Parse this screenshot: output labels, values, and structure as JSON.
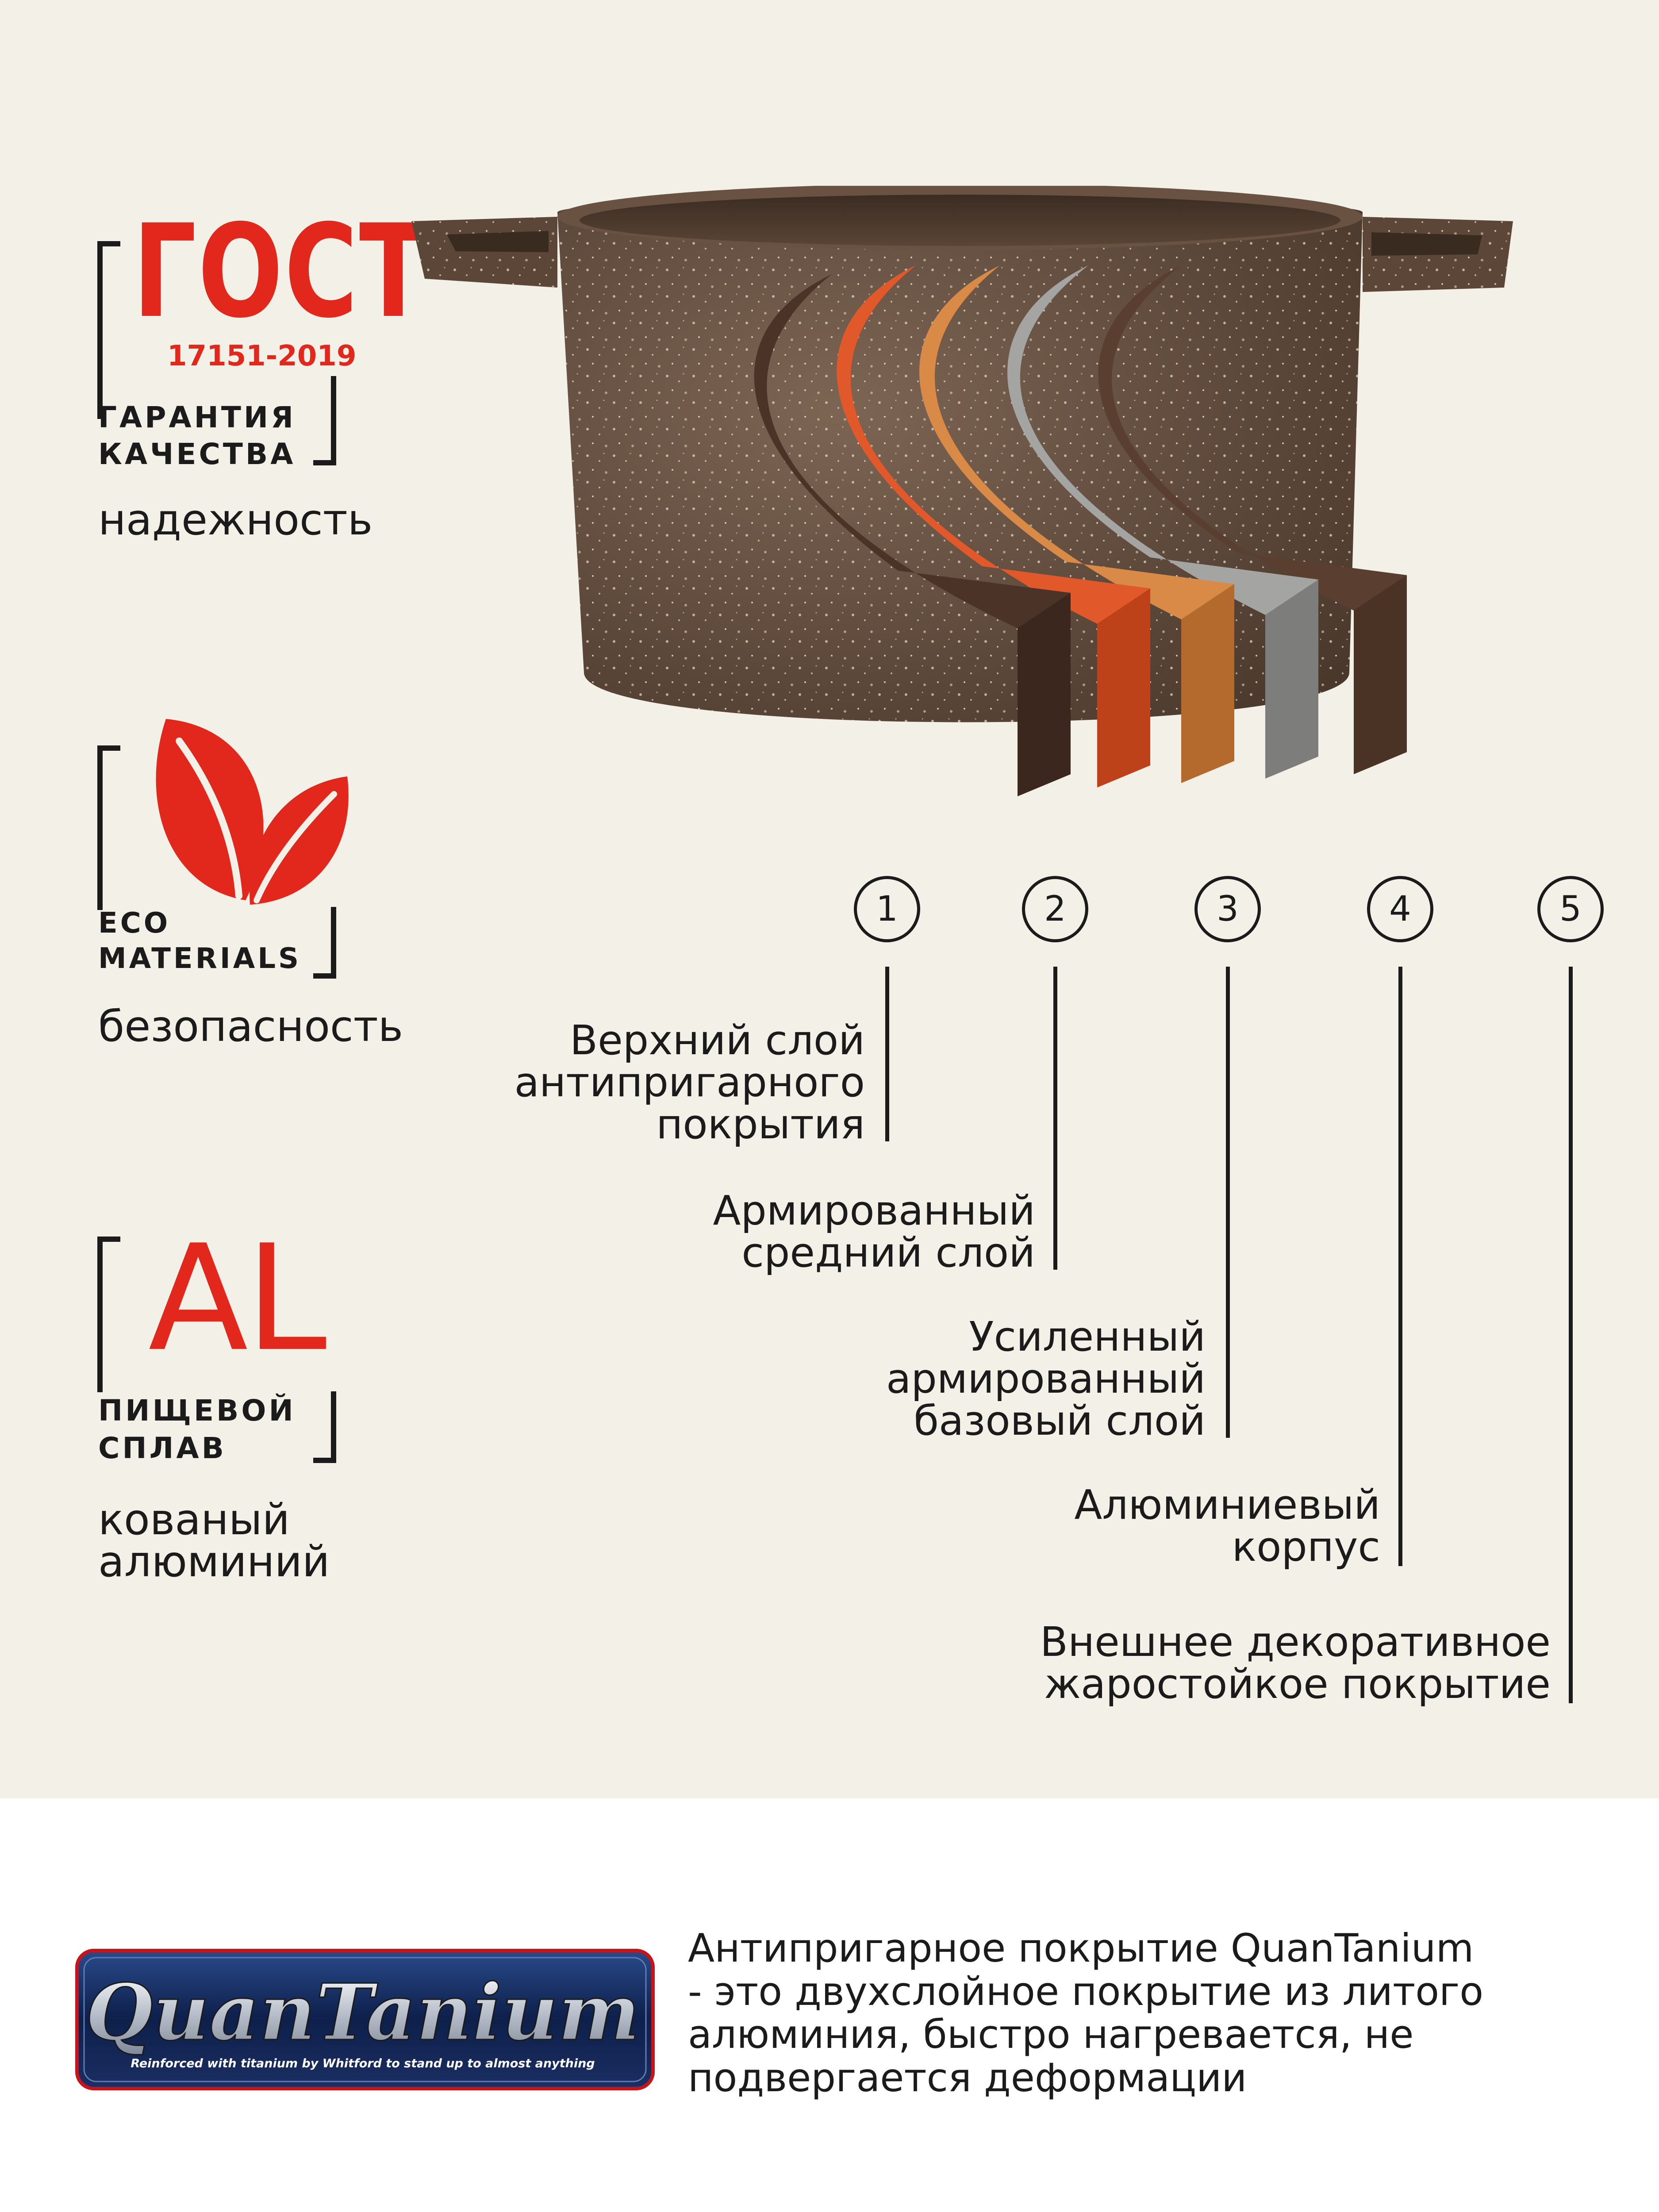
{
  "features": {
    "gost": {
      "mark": "ГОСТ",
      "number": "17151-2019",
      "badge_line1": "ГАРАНТИЯ",
      "badge_line2": "КАЧЕСТВА",
      "caption": "надежность"
    },
    "eco": {
      "icon": "leaf-icon",
      "badge_line1": "ECO",
      "badge_line2": "MATERIALS",
      "caption": "безопасность"
    },
    "al": {
      "mark": "AL",
      "badge_line1": "ПИЩЕВОЙ",
      "badge_line2": "СПЛАВ",
      "caption_line1": "кованый",
      "caption_line2": "алюминий"
    }
  },
  "layers": [
    {
      "number": "1",
      "label_lines": [
        "Верхний  слой",
        "антипригарного",
        "покрытия"
      ]
    },
    {
      "number": "2",
      "label_lines": [
        "Армированный",
        "средний слой"
      ]
    },
    {
      "number": "3",
      "label_lines": [
        "Усиленный",
        "армированный",
        "базовый слой"
      ]
    },
    {
      "number": "4",
      "label_lines": [
        "Алюминиевый",
        "корпус"
      ]
    },
    {
      "number": "5",
      "label_lines": [
        "Внешнее декоративное",
        "жаростойкое покрытие"
      ]
    }
  ],
  "logo": {
    "brand": "QuanTanium",
    "tagline": "Reinforced with titanium by Whitford to stand up to almost anything"
  },
  "description_lines": [
    "Антипригарное покрытие QuanTanium",
    "- это двухслойное покрытие из литого",
    "алюминия, быстро нагревается, не",
    "подвергается деформации"
  ],
  "colors": {
    "accent_red": "#e2281d",
    "background_top": "#f3f0e7",
    "background_bottom": "#ffffff",
    "pot_brown": "#6b5343",
    "layer_orange_red": "#e05a2a",
    "layer_orange": "#d98642",
    "layer_gray": "#9c9c9a",
    "layer_brown": "#6a4a38"
  }
}
